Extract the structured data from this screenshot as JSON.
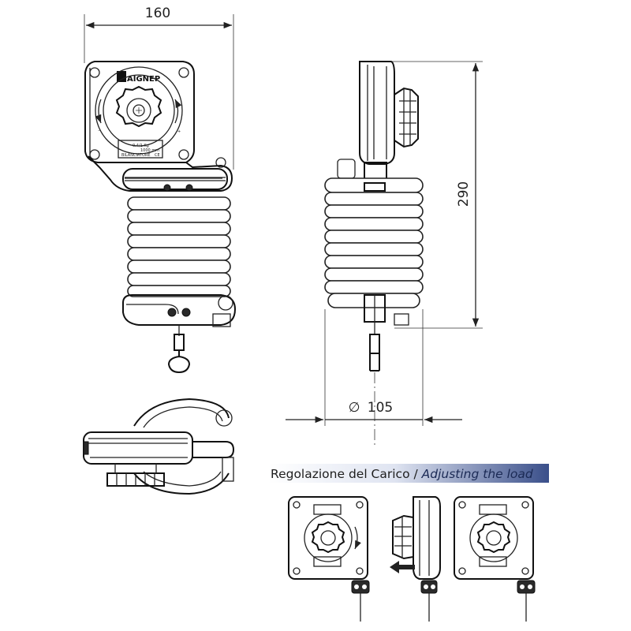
{
  "dimensions": {
    "width_label": "160",
    "height_label": "290",
    "diameter_label": "105",
    "diameter_symbol": "∅"
  },
  "device": {
    "brand": "AIGNEP",
    "load_label": "0.4/1 Kg",
    "stroke_label": "1000 mm",
    "small_text": "BILANCIATORE",
    "mark": "CE"
  },
  "banner": {
    "italian": "Regolazione del Carico",
    "separator": " / ",
    "english": "Adjusting the load"
  },
  "colors": {
    "line": "#222222",
    "banner_start": "#ffffff",
    "banner_end": "#3a4f8a",
    "arrow": "#222222"
  },
  "icons": {
    "arrow": "arrow-left-icon",
    "minus": "minus-icon",
    "plus": "plus-icon"
  }
}
